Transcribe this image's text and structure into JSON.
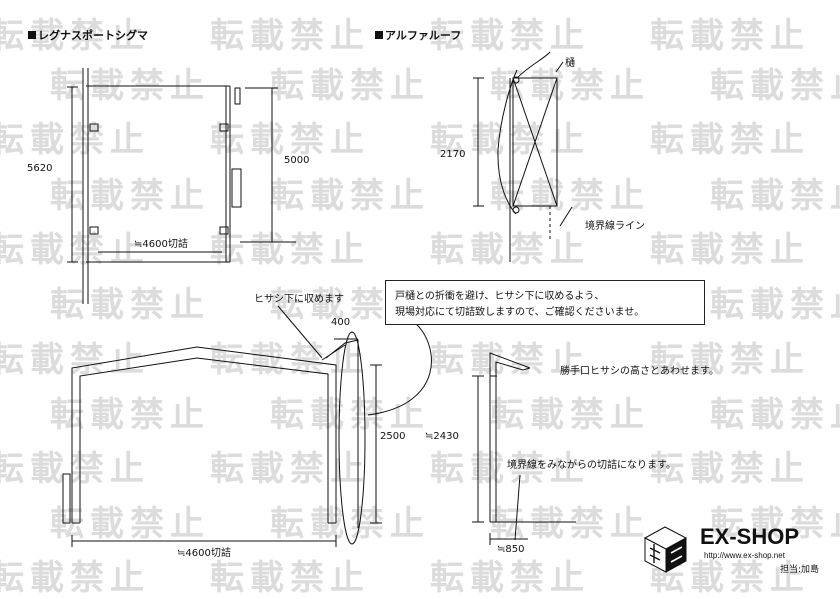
{
  "watermark": {
    "text": "転載禁止",
    "color": "#dcdcdc"
  },
  "sections": {
    "regnas": {
      "heading": "レグナスポートシグマ"
    },
    "alpha": {
      "heading": "アルファルーフ"
    }
  },
  "dimensions": {
    "regnas_height_left": "5620",
    "regnas_height_right": "5000",
    "regnas_width_top": "≒4600切詰",
    "alpha_height": "2170",
    "eave_400": "400",
    "front_width": "≒4600切詰",
    "height_2500": "2500",
    "height_2430": "≒2430",
    "side_850": "≒850"
  },
  "labels": {
    "gutter": "樋",
    "boundary_line": "境界線ライン",
    "fit_under_eave": "ヒサシ下に収めます",
    "match_eave_height": "勝手口ヒサシの高さとあわせます。",
    "trim_boundary": "境界線をみながらの切詰になります。"
  },
  "note": {
    "line1": "戸樋との折衝を避け、ヒサシ下に収めるよう、",
    "line2": "現場対応にて切詰致しますので、ご確認くださいませ。"
  },
  "brand": {
    "logo": "EX-SHOP",
    "url": "http://www.ex-shop.net",
    "staff": "担当:加島"
  }
}
